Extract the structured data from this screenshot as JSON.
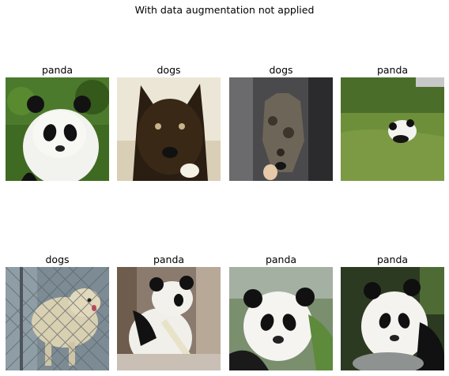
{
  "figure": {
    "title": "With data augmentation not applied"
  },
  "panels": [
    {
      "label": "panda",
      "image": "panda-on-grass"
    },
    {
      "label": "dogs",
      "image": "dark-brown-dog-closeup"
    },
    {
      "label": "dogs",
      "image": "brindle-dog-indoors"
    },
    {
      "label": "panda",
      "image": "small-panda-on-lawn"
    },
    {
      "label": "dogs",
      "image": "cream-dog-behind-fence"
    },
    {
      "label": "panda",
      "image": "panda-sitting-with-bamboo"
    },
    {
      "label": "panda",
      "image": "panda-face-closeup"
    },
    {
      "label": "panda",
      "image": "panda-resting-on-rock"
    }
  ]
}
